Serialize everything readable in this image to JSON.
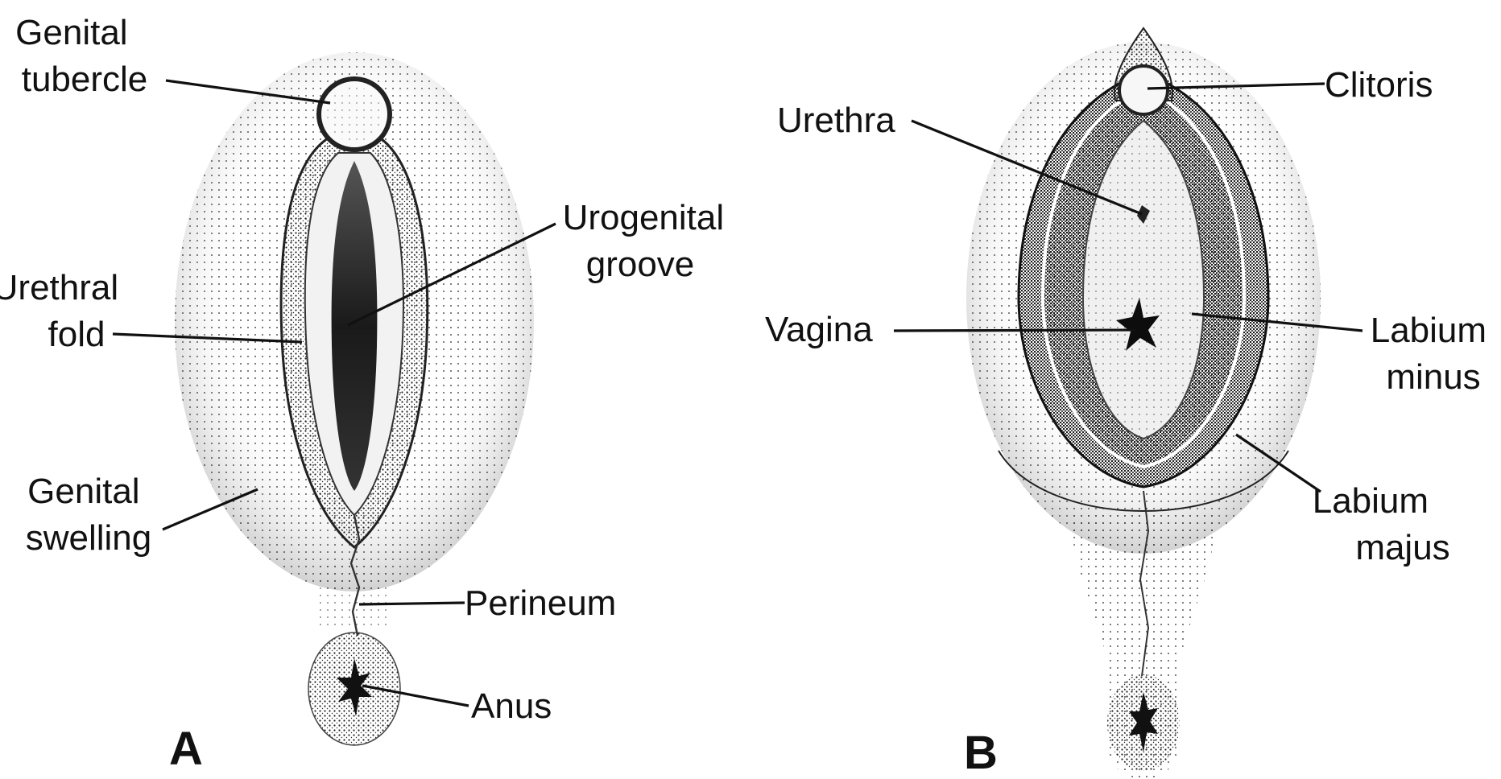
{
  "panels": [
    {
      "letter": "A",
      "labels": {
        "genital_tubercle": [
          "Genital",
          "tubercle"
        ],
        "urogenital_groove": [
          "Urogenital",
          "groove"
        ],
        "urethral_fold": [
          "Urethral",
          "fold"
        ],
        "genital_swelling": [
          "Genital",
          "swelling"
        ],
        "perineum": "Perineum",
        "anus": "Anus"
      }
    },
    {
      "letter": "B",
      "labels": {
        "clitoris": "Clitoris",
        "urethra": "Urethra",
        "vagina": "Vagina",
        "labium_minus": [
          "Labium",
          "minus"
        ],
        "labium_majus": [
          "Labium",
          "majus"
        ]
      }
    }
  ],
  "colors": {
    "ink": "#111111",
    "paper": "#ffffff"
  }
}
